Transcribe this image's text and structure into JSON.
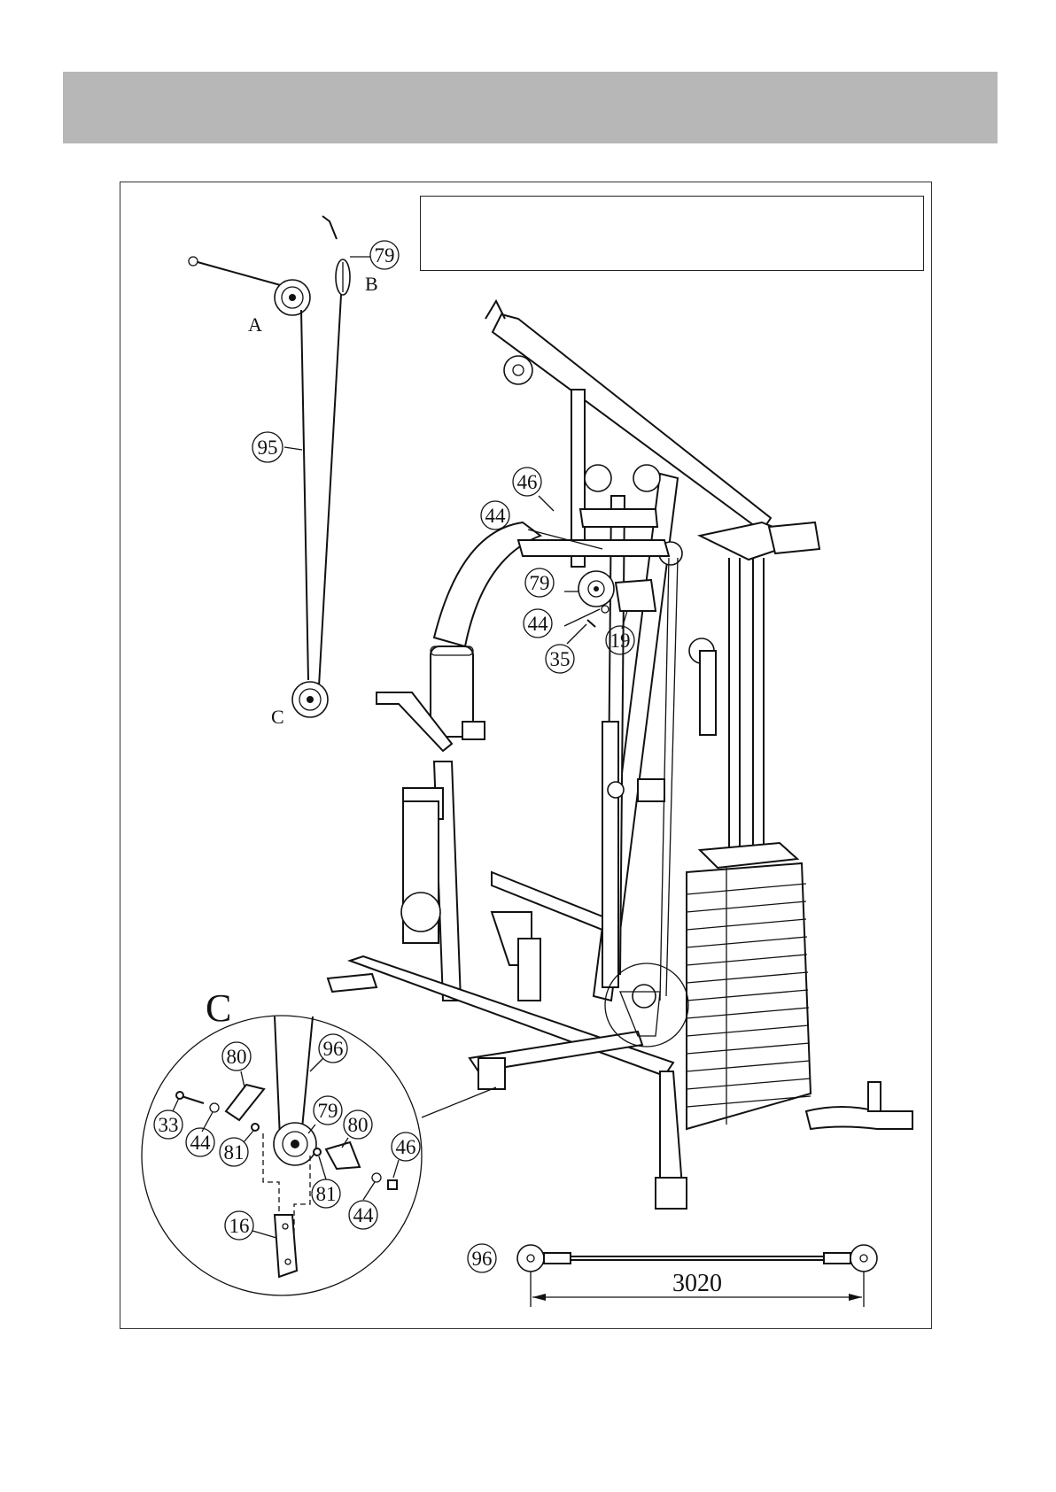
{
  "callouts": {
    "A": "A",
    "B": "B",
    "C_small": "C",
    "C_detail": "C"
  },
  "parts": {
    "p95": "95",
    "p79_top": "79",
    "p46_main": "46",
    "p44_main_a": "44",
    "p79_main": "79",
    "p44_main_b": "44",
    "p19": "19",
    "p35": "35",
    "p80_a": "80",
    "p96_detail": "96",
    "p33": "33",
    "p44_det_a": "44",
    "p81_a": "81",
    "p79_det": "79",
    "p80_b": "80",
    "p46_det": "46",
    "p81_b": "81",
    "p44_det_b": "44",
    "p16": "16",
    "p96_cable": "96"
  },
  "dimension": {
    "cable_length": "3020"
  }
}
